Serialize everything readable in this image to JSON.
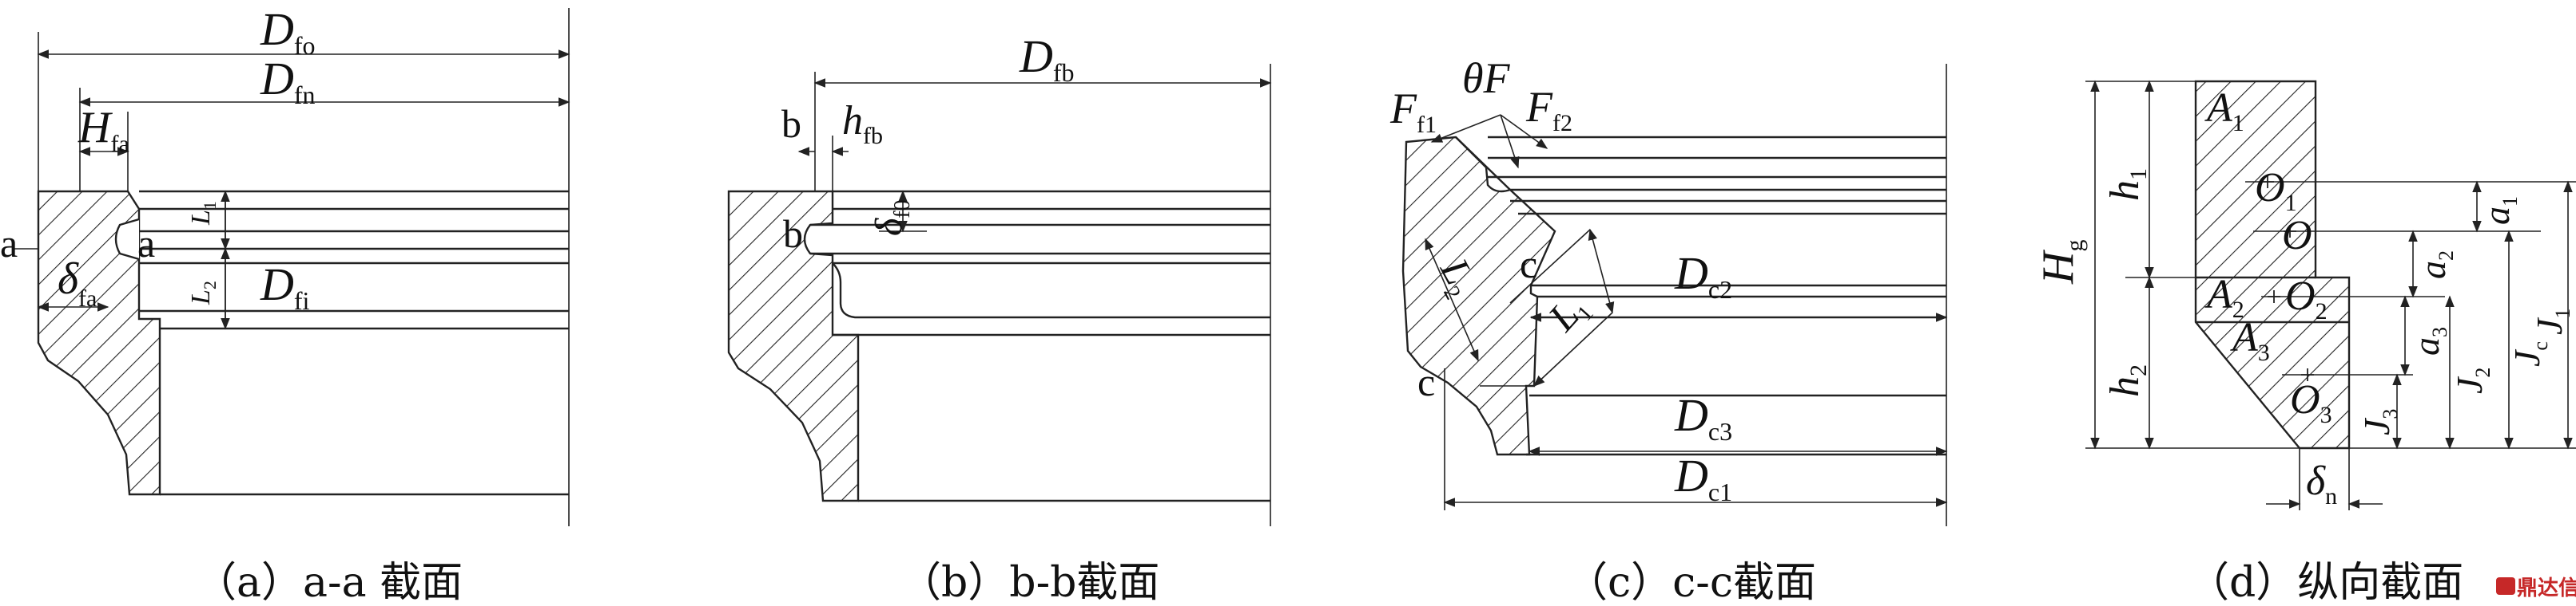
{
  "panels": [
    {
      "caption": "（a）a-a 截面",
      "labels": {
        "D_fo": {
          "main": "D",
          "sub": "fo"
        },
        "D_fn": {
          "main": "D",
          "sub": "fn"
        },
        "H_fa": {
          "main": "H",
          "sub": "fa"
        },
        "D_fi": {
          "main": "D",
          "sub": "fi"
        },
        "delta_fa": {
          "main": "δ",
          "sub": "fa"
        },
        "L1": {
          "main": "L",
          "sub": "1"
        },
        "L2": {
          "main": "L",
          "sub": "2"
        },
        "a_left": "a",
        "a_right": "a"
      }
    },
    {
      "caption": "（b）b-b截面",
      "labels": {
        "D_fb": {
          "main": "D",
          "sub": "fb"
        },
        "h_fb": {
          "main": "h",
          "sub": "fb"
        },
        "delta_f0": {
          "main": "δ",
          "sub": "f0"
        },
        "b_top": "b",
        "b_mid": "b"
      }
    },
    {
      "caption": "（c）c-c截面",
      "labels": {
        "F_f1": {
          "main": "F",
          "sub": "f1"
        },
        "theta_F": "θF",
        "F_f2": {
          "main": "F",
          "sub": "f2"
        },
        "L2": {
          "main": "L",
          "sub": "2"
        },
        "L1": {
          "main": "L",
          "sub": "1"
        },
        "c_mid": "c",
        "c_left": "c",
        "D_c2": {
          "main": "D",
          "sub": "c2"
        },
        "D_c3": {
          "main": "D",
          "sub": "c3"
        },
        "D_c1": {
          "main": "D",
          "sub": "c1"
        }
      }
    },
    {
      "caption": "（d）纵向截面",
      "labels": {
        "H_g": {
          "main": "H",
          "sub": "g"
        },
        "h1": {
          "main": "h",
          "sub": "1"
        },
        "h2": {
          "main": "h",
          "sub": "2"
        },
        "A1": {
          "main": "A",
          "sub": "1"
        },
        "A2": {
          "main": "A",
          "sub": "2"
        },
        "A3": {
          "main": "A",
          "sub": "3"
        },
        "O1": {
          "main": "O",
          "sub": "1"
        },
        "O": "O",
        "O2": {
          "main": "O",
          "sub": "2"
        },
        "O3": {
          "main": "O",
          "sub": "3"
        },
        "a1": {
          "main": "a",
          "sub": "1"
        },
        "a2": {
          "main": "a",
          "sub": "2"
        },
        "a3": {
          "main": "a",
          "sub": "3"
        },
        "J1": {
          "main": "J",
          "sub": "1"
        },
        "Jc": {
          "main": "J",
          "sub": "c"
        },
        "J2": {
          "main": "J",
          "sub": "2"
        },
        "J3": {
          "main": "J",
          "sub": "3"
        },
        "delta_n": {
          "main": "δ",
          "sub": "n"
        }
      }
    }
  ],
  "watermark": "鼎达信"
}
